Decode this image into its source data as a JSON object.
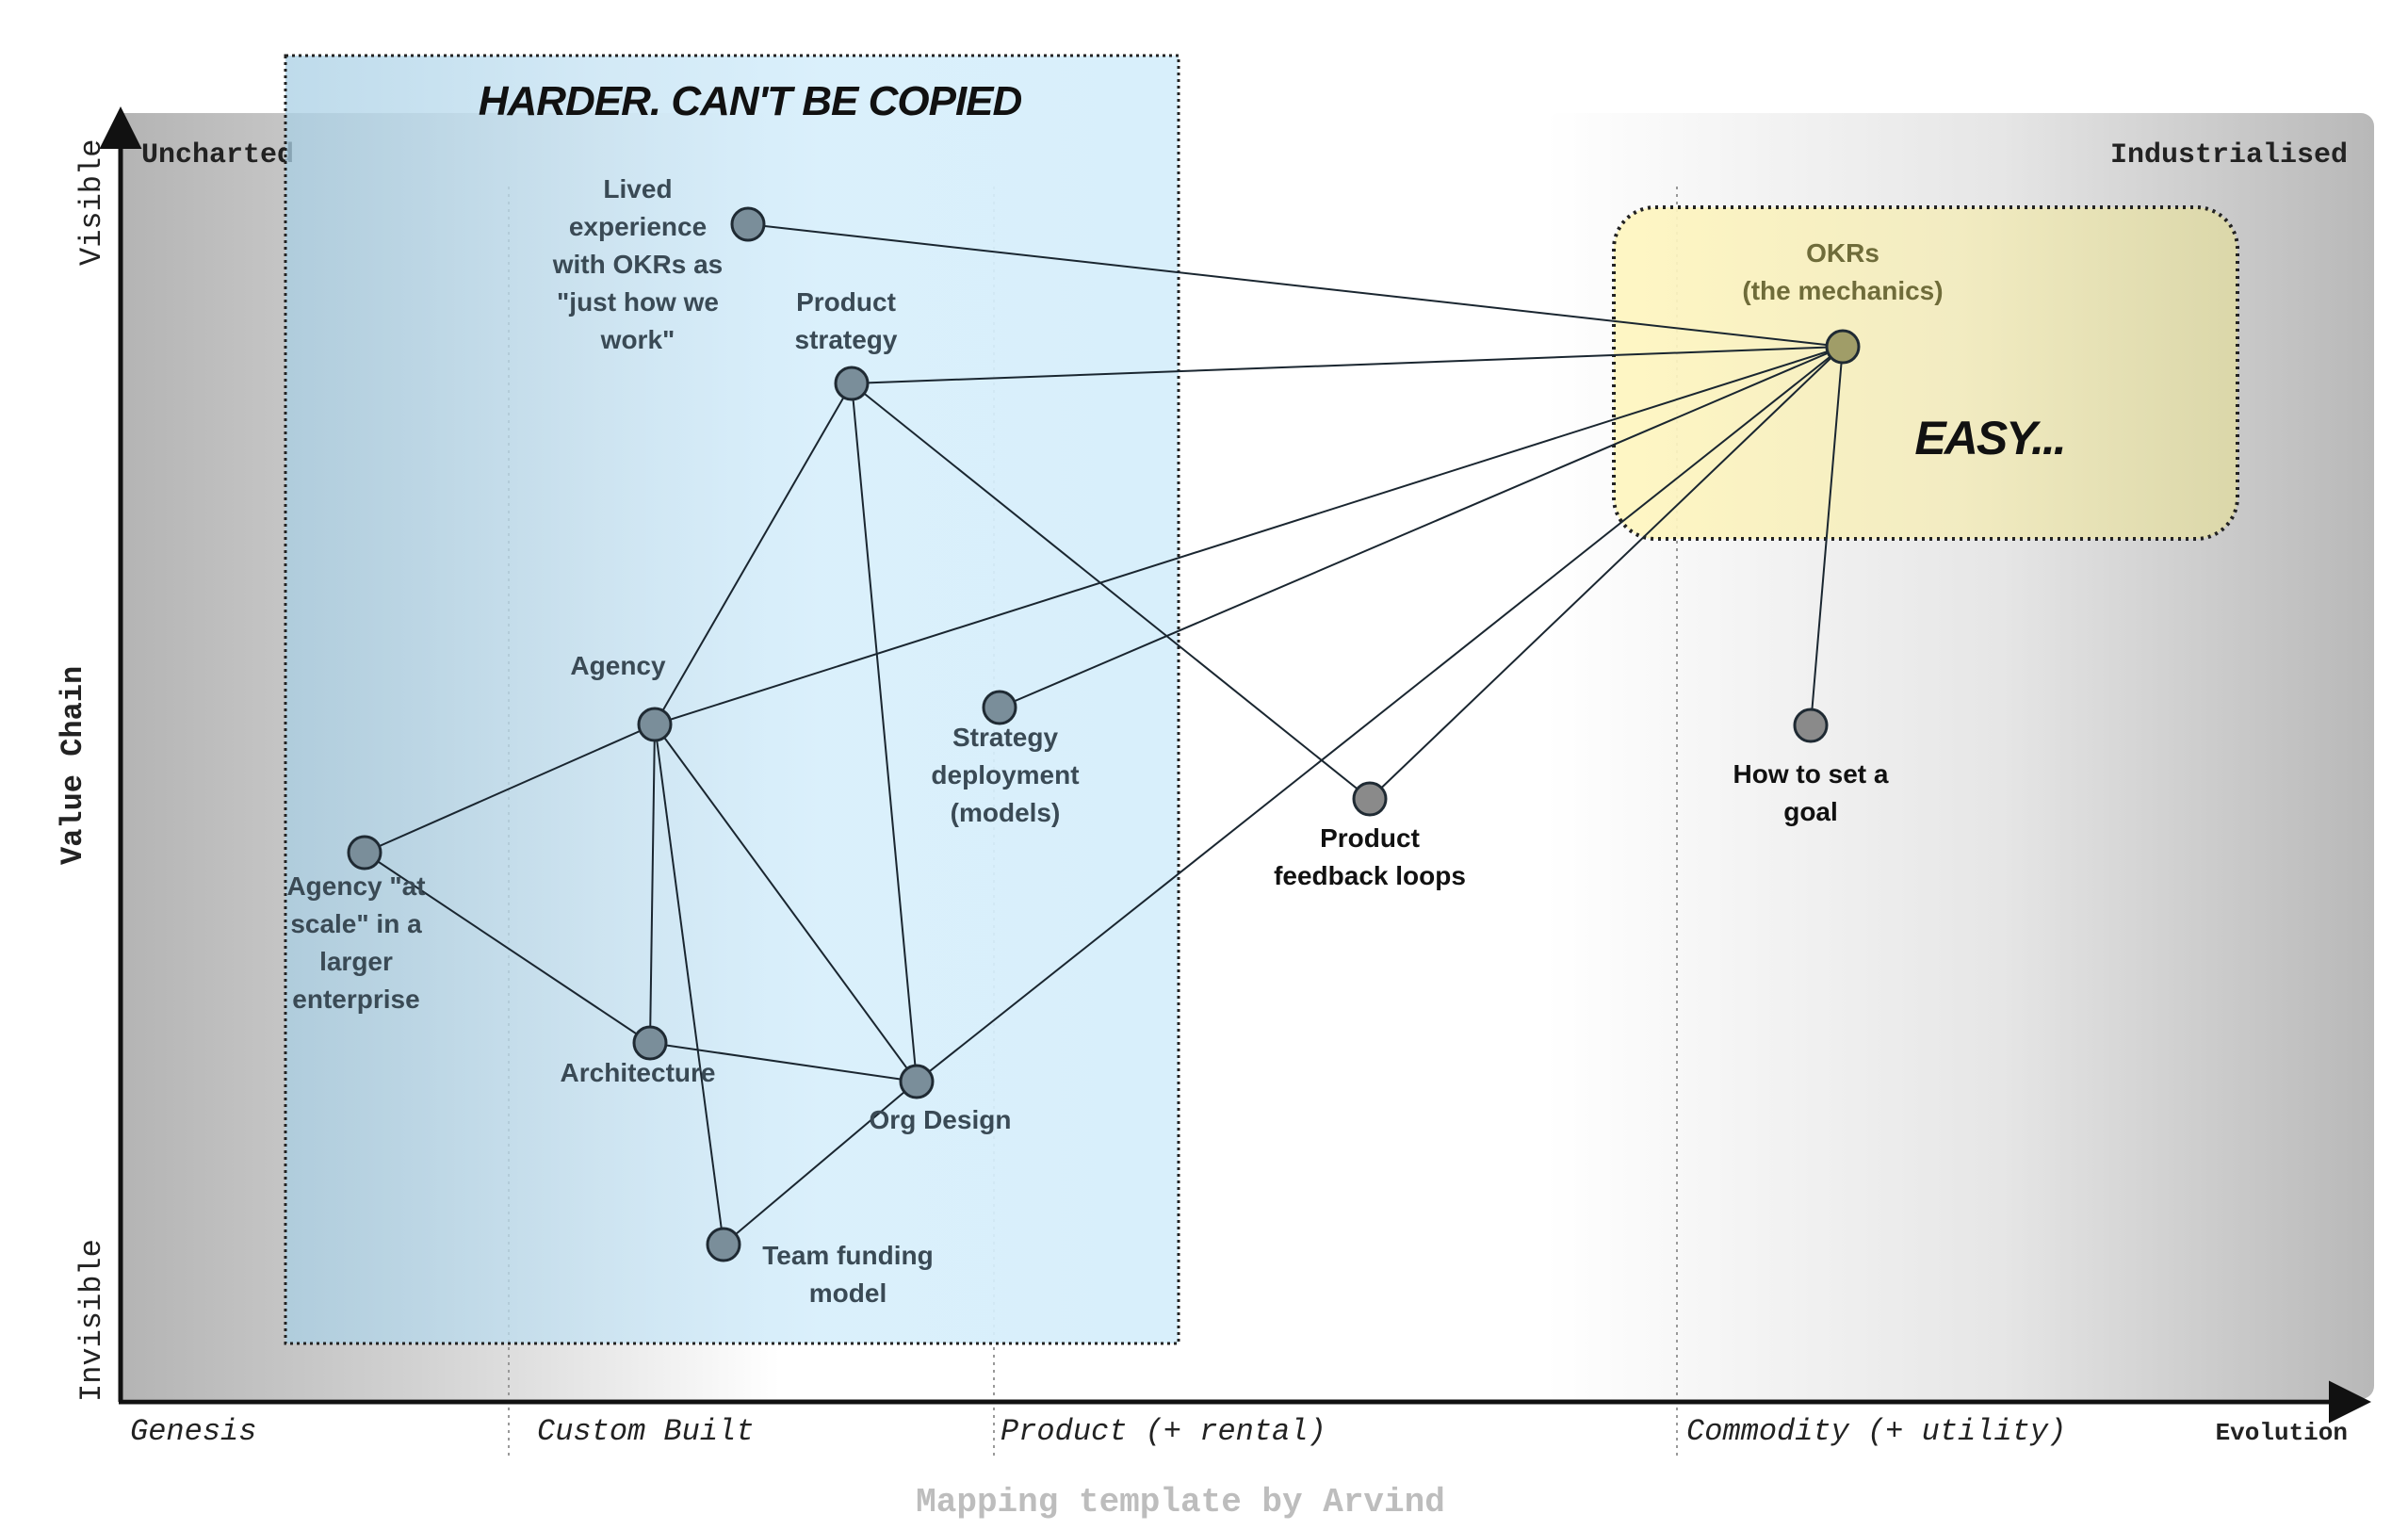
{
  "map": {
    "corner_left": "Uncharted",
    "corner_right": "Industrialised",
    "y_axis": {
      "label": "Value Chain",
      "top": "Visible",
      "bottom": "Invisible"
    },
    "x_axis": {
      "label": "Evolution",
      "stages": [
        "Genesis",
        "Custom Built",
        "Product (+ rental)",
        "Commodity (+ utility)"
      ]
    },
    "footer": "Mapping template by Arvind"
  },
  "annotations": {
    "harder_title": "HARDER. CAN'T BE COPIED",
    "easy_title": "EASY..."
  },
  "nodes": [
    {
      "id": "lived",
      "label": [
        "Lived",
        "experience",
        "with OKRs as",
        "\"just how we",
        "work\""
      ]
    },
    {
      "id": "strategy",
      "label": [
        "Product",
        "strategy"
      ]
    },
    {
      "id": "okrs",
      "label": [
        "OKRs",
        "(the mechanics)"
      ]
    },
    {
      "id": "agency",
      "label": [
        "Agency"
      ]
    },
    {
      "id": "deployment",
      "label": [
        "Strategy",
        "deployment",
        "(models)"
      ]
    },
    {
      "id": "scale",
      "label": [
        "Agency \"at",
        "scale\" in a",
        "larger",
        "enterprise"
      ]
    },
    {
      "id": "architecture",
      "label": [
        "Architecture"
      ]
    },
    {
      "id": "orgdesign",
      "label": [
        "Org Design"
      ]
    },
    {
      "id": "funding",
      "label": [
        "Team funding",
        "model"
      ]
    },
    {
      "id": "feedback",
      "label": [
        "Product",
        "feedback loops"
      ]
    },
    {
      "id": "goal",
      "label": [
        "How to set a",
        "goal"
      ]
    }
  ],
  "links": [
    [
      "lived",
      "okrs"
    ],
    [
      "strategy",
      "okrs"
    ],
    [
      "agency",
      "okrs"
    ],
    [
      "deployment",
      "okrs"
    ],
    [
      "feedback",
      "okrs"
    ],
    [
      "orgdesign",
      "okrs"
    ],
    [
      "goal",
      "okrs"
    ],
    [
      "strategy",
      "agency"
    ],
    [
      "strategy",
      "orgdesign"
    ],
    [
      "strategy",
      "feedback"
    ],
    [
      "agency",
      "scale"
    ],
    [
      "agency",
      "architecture"
    ],
    [
      "agency",
      "orgdesign"
    ],
    [
      "agency",
      "funding"
    ],
    [
      "scale",
      "architecture"
    ],
    [
      "architecture",
      "orgdesign"
    ],
    [
      "orgdesign",
      "funding"
    ]
  ]
}
